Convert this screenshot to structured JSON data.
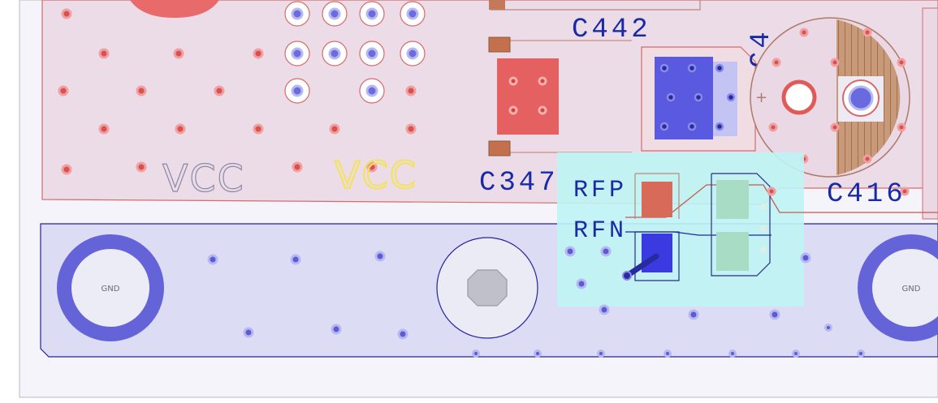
{
  "view": {
    "name": "pcb-layout-view",
    "colors": {
      "background": "#ffffff",
      "board_outline": "#b9b9c4",
      "top_copper": "#e9dbe7",
      "top_copper_edge": "#d86a6a",
      "bottom_copper": "#d9d9f4",
      "bottom_copper_edge": "#2323a0",
      "pad_red": "#e05a5a",
      "via_blue": "#5b5bd6",
      "highlight": "#bff4f4",
      "silkscreen": "#f3e35a",
      "ref_text": "#1a2aa6"
    }
  },
  "labels": {
    "vcc_left": "VCC",
    "vcc_right": "VCC",
    "gnd_left": "GND",
    "gnd_right": "GND",
    "c442": "C442",
    "c4_partial": "C4",
    "c347": "C347",
    "c416": "C416",
    "rfp": "RFP",
    "rfn": "RFN"
  }
}
